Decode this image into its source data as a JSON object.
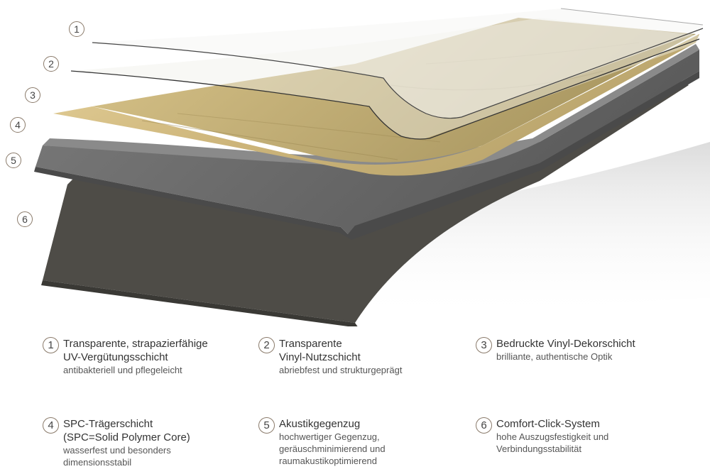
{
  "illustration": {
    "subject": "SPC vinyl floor plank layer cross-section",
    "callouts": [
      "1",
      "2",
      "3",
      "4",
      "5",
      "6"
    ],
    "colors": {
      "uv_layer": "#e8e8e8",
      "wear_layer": "#d8d5cc",
      "decor_layer": "#cdb57a",
      "core_layer": "#6e6e6e",
      "backing_layer": "#4e4c47"
    }
  },
  "legend": [
    {
      "number": "1",
      "title_lines": [
        "Transparente, strapazierfähige",
        "UV-Vergütungsschicht"
      ],
      "desc_lines": [
        "antibakteriell und pflegeleicht"
      ]
    },
    {
      "number": "2",
      "title_lines": [
        "Transparente",
        "Vinyl-Nutzschicht"
      ],
      "desc_lines": [
        "abriebfest und strukturgeprägt"
      ]
    },
    {
      "number": "3",
      "title_lines": [
        "Bedruckte Vinyl-Dekorschicht"
      ],
      "desc_lines": [
        "brilliante, authentische Optik"
      ]
    },
    {
      "number": "4",
      "title_lines": [
        "SPC-Trägerschicht",
        "(SPC=Solid Polymer Core)"
      ],
      "desc_lines": [
        "wasserfest und besonders",
        "dimensionsstabil"
      ]
    },
    {
      "number": "5",
      "title_lines": [
        "Akustikgegenzug"
      ],
      "desc_lines": [
        "hochwertiger Gegenzug,",
        "geräuschminimierend und",
        "raumakustikoptimierend"
      ]
    },
    {
      "number": "6",
      "title_lines": [
        "Comfort-Click-System"
      ],
      "desc_lines": [
        "hohe Auszugsfestigkeit und",
        "Verbindungsstabilität"
      ]
    }
  ]
}
